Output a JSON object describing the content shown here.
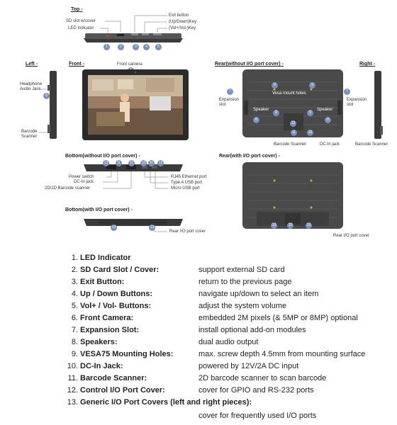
{
  "sections": {
    "top": "Top",
    "left": "Left",
    "front": "Front",
    "rear_without": "Rear(without I/O port cover)",
    "right": "Right",
    "bottom_without": "Bottom(without I/O port cover)",
    "rear_with": "Rear(with I/O port cover)",
    "bottom_with": "Bottom(with I/O port cover)"
  },
  "callouts": {
    "sd_slot": "SD slot w/cover",
    "led": "LED Indicator",
    "exit_button": "Exit button",
    "up_down": "(Up/Down)Key",
    "vol": "(Vol+/Vol-)Key",
    "front_camera": "Front camera",
    "headphone": "Headphone",
    "audio_jack": "Audio Jack",
    "barcode_scanner_left": "Barcode",
    "barcode_scanner_left2": "Scanner",
    "vesa": "Vesa mount holes",
    "expansion_l1": "Expansion",
    "expansion_l2": "slot",
    "speaker_l": "Speaker",
    "speaker_r": "Speaker",
    "expansion_r1": "Expansion",
    "expansion_r2": "slot",
    "rear_barcode": "Barcode Scanner",
    "rear_dc": "DC-In jack",
    "right_barcode": "Barcode Scanner",
    "power_switch": "Power switch",
    "dc_in": "DC-In jack",
    "barcode_2d": "2D/1D Barcode scanner",
    "rj45": "RJ45 Ethernet port",
    "usb_a": "Type A USB port",
    "micro_usb": "Micro USB port",
    "rear_io_cover_1": "Rear I/O port cover",
    "rear_io_cover_2": "Rear I/O port cover"
  },
  "badges": {
    "b1": "1",
    "b2": "2",
    "b3": "3",
    "b4": "4",
    "b5": "5",
    "b6": "6",
    "b7": "7",
    "b8": "8",
    "b9": "9",
    "b10": "10",
    "b11": "11",
    "b12": "12",
    "b13": "13"
  },
  "specs": [
    {
      "num": "1.",
      "name": "LED Indicator",
      "desc": ""
    },
    {
      "num": "2.",
      "name": "SD Card Slot / Cover:",
      "desc": "support external SD card"
    },
    {
      "num": "3.",
      "name": "Exit Button:",
      "desc": "return to the previous page"
    },
    {
      "num": "4.",
      "name": "Up / Down Buttons:",
      "desc": "navigate up/down to select an item"
    },
    {
      "num": "5.",
      "name": "Vol+ / Vol- Buttons:",
      "desc": "adjust the system volume"
    },
    {
      "num": "6.",
      "name": "Front Camera:",
      "desc": "embedded 2M pixels (& 5MP or 8MP) optional"
    },
    {
      "num": "7.",
      "name": "Expansion Slot:",
      "desc": "install optional add-on modules"
    },
    {
      "num": "8.",
      "name": "Speakers:",
      "desc": "dual audio output"
    },
    {
      "num": "9.",
      "name": "VESA75 Mounting Holes:",
      "desc": "max. screw depth 4.5mm from mounting surface"
    },
    {
      "num": "10.",
      "name": "DC-In Jack:",
      "desc": "powered by 12V/2A DC input"
    },
    {
      "num": "11.",
      "name": "Barcode Scanner:",
      "desc": "2D barcode scanner to scan barcode"
    },
    {
      "num": "12.",
      "name": "Control I/O Port Cover:",
      "desc": "cover for GPIO and RS-232 ports"
    },
    {
      "num": "13.",
      "name": "Generic I/O Port Covers (left and right pieces):",
      "desc": ""
    }
  ],
  "spec13_cont": "cover for frequently used I/O ports"
}
